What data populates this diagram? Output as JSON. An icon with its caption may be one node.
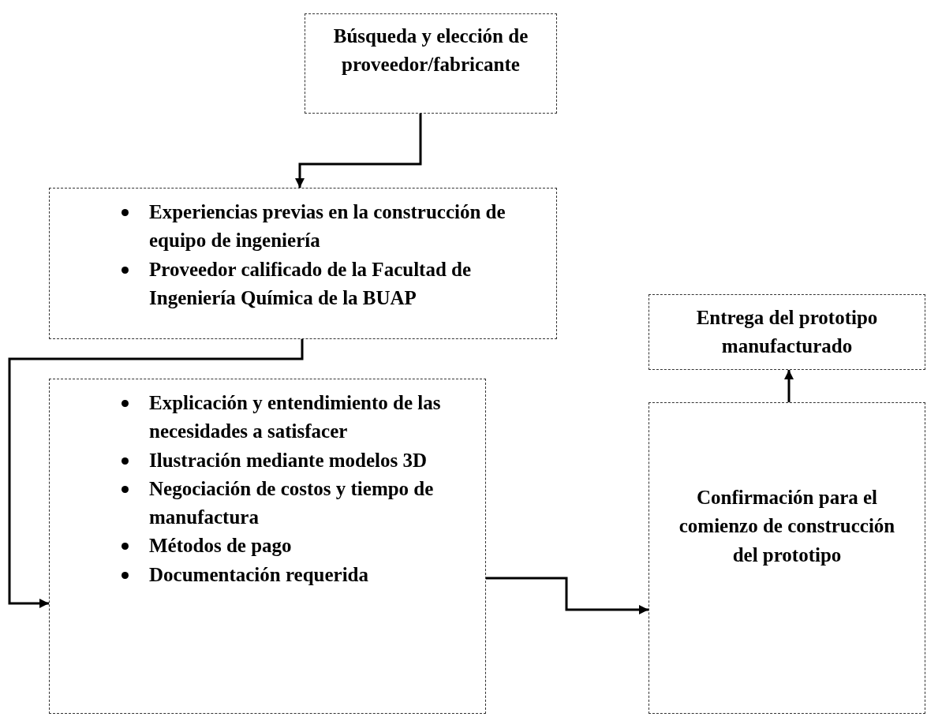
{
  "diagram": {
    "nodes": [
      {
        "text": [
          "Búsqueda y elección de proveedor/fabricante"
        ]
      },
      {
        "text": [
          "Experiencias previas en la construcción de equipo de ingeniería",
          "Proveedor calificado de la Facultad de Ingeniería Química de la BUAP"
        ]
      },
      {
        "text": [
          "Explicación y entendimiento de las necesidades a satisfacer",
          "Ilustración mediante modelos 3D",
          "Negociación de costos y tiempo de manufactura",
          "Métodos de pago",
          "Documentación requerida"
        ]
      },
      {
        "text": [
          "Entrega del prototipo manufacturado"
        ]
      },
      {
        "text": [
          "Confirmación para el comienzo de construcción del prototipo"
        ]
      }
    ],
    "edges": [
      {
        "from": 0,
        "to": 1,
        "arrow": "to"
      },
      {
        "from": 1,
        "to": 2,
        "arrow": "to"
      },
      {
        "from": 2,
        "to": 4,
        "arrow": "to"
      },
      {
        "from": 4,
        "to": 3,
        "arrow": "to"
      }
    ]
  }
}
